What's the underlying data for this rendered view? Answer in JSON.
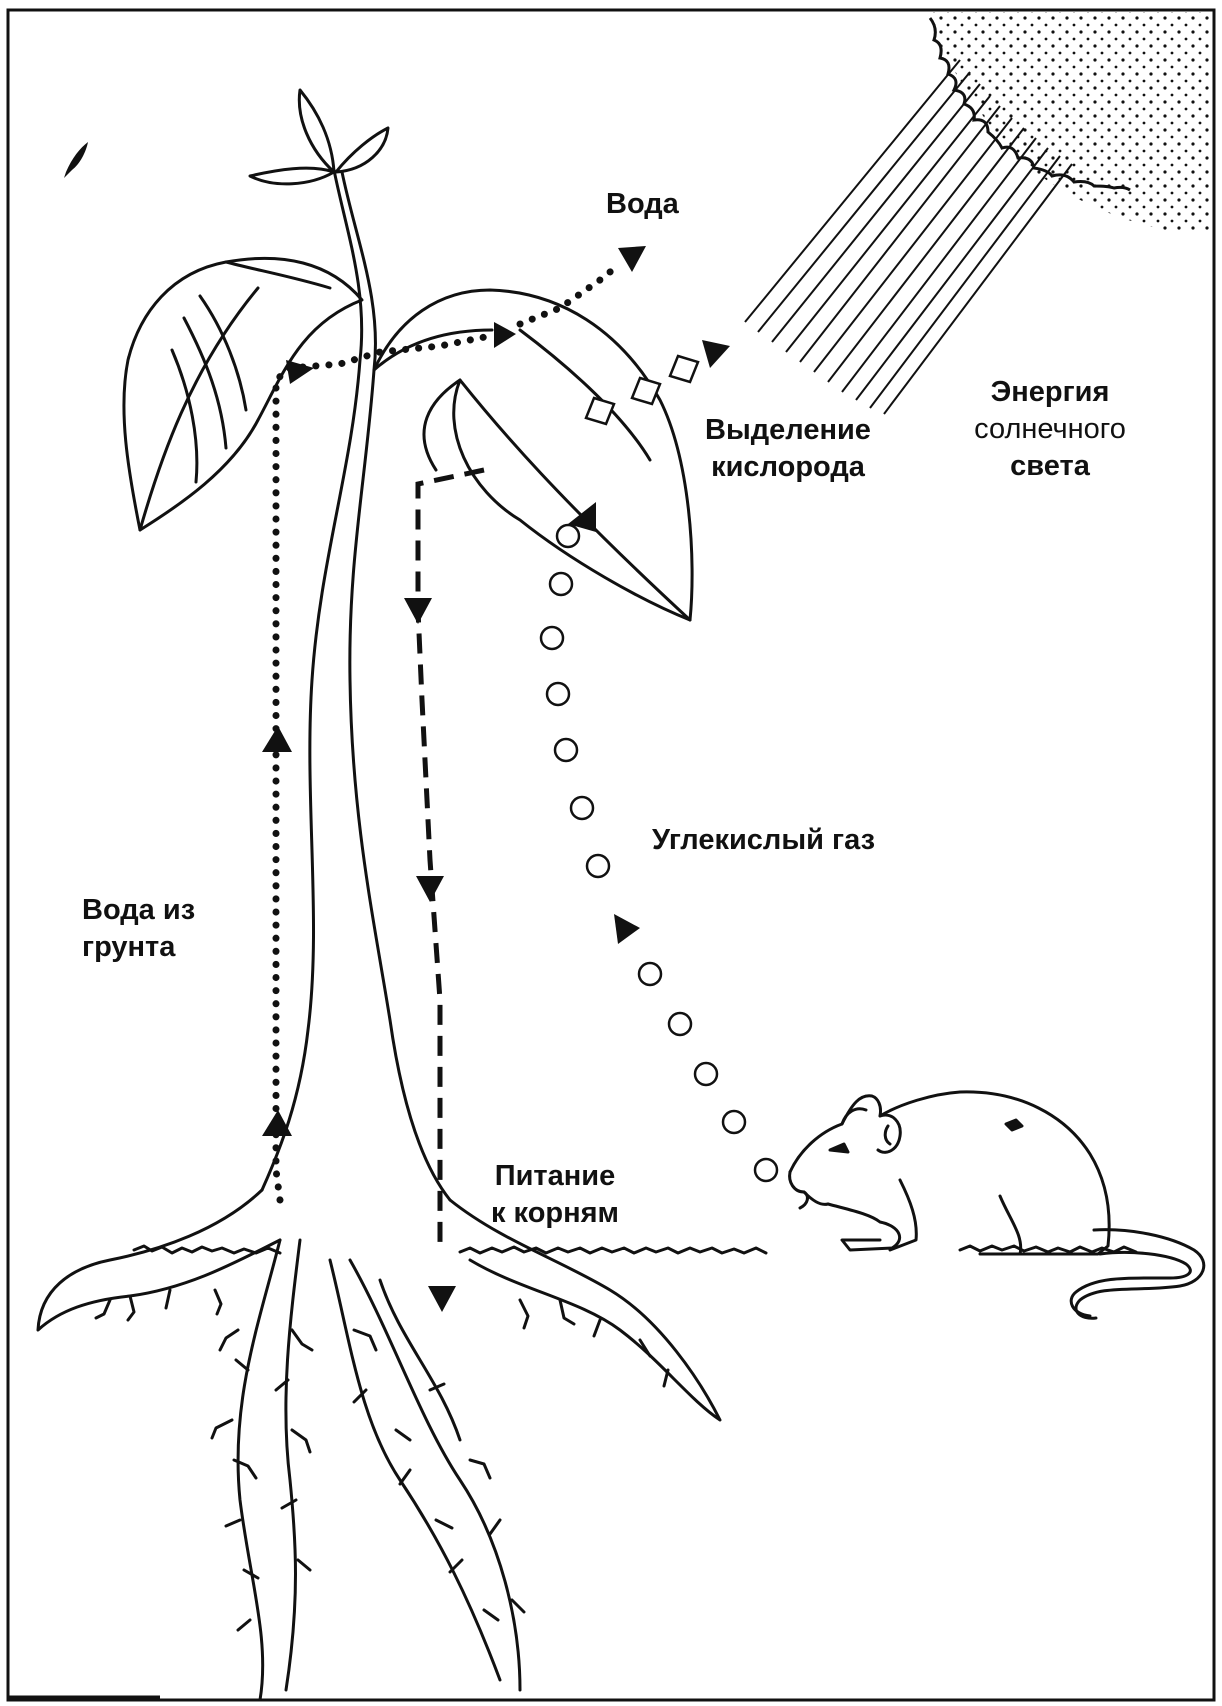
{
  "labels": {
    "water_out": "Вода",
    "oxygen": [
      "Выделение",
      "кислорода"
    ],
    "sun_energy": [
      "Энергия",
      "солнечного",
      "света"
    ],
    "co2": "Углекислый газ",
    "water_in": [
      "Вода из",
      "грунта"
    ],
    "nutrition": [
      "Питание",
      "к корням"
    ]
  },
  "colors": {
    "ink": "#111111",
    "paper": "#ffffff"
  },
  "icons": [
    "sun-icon",
    "plant-icon",
    "mouse-icon",
    "insect-icon"
  ]
}
